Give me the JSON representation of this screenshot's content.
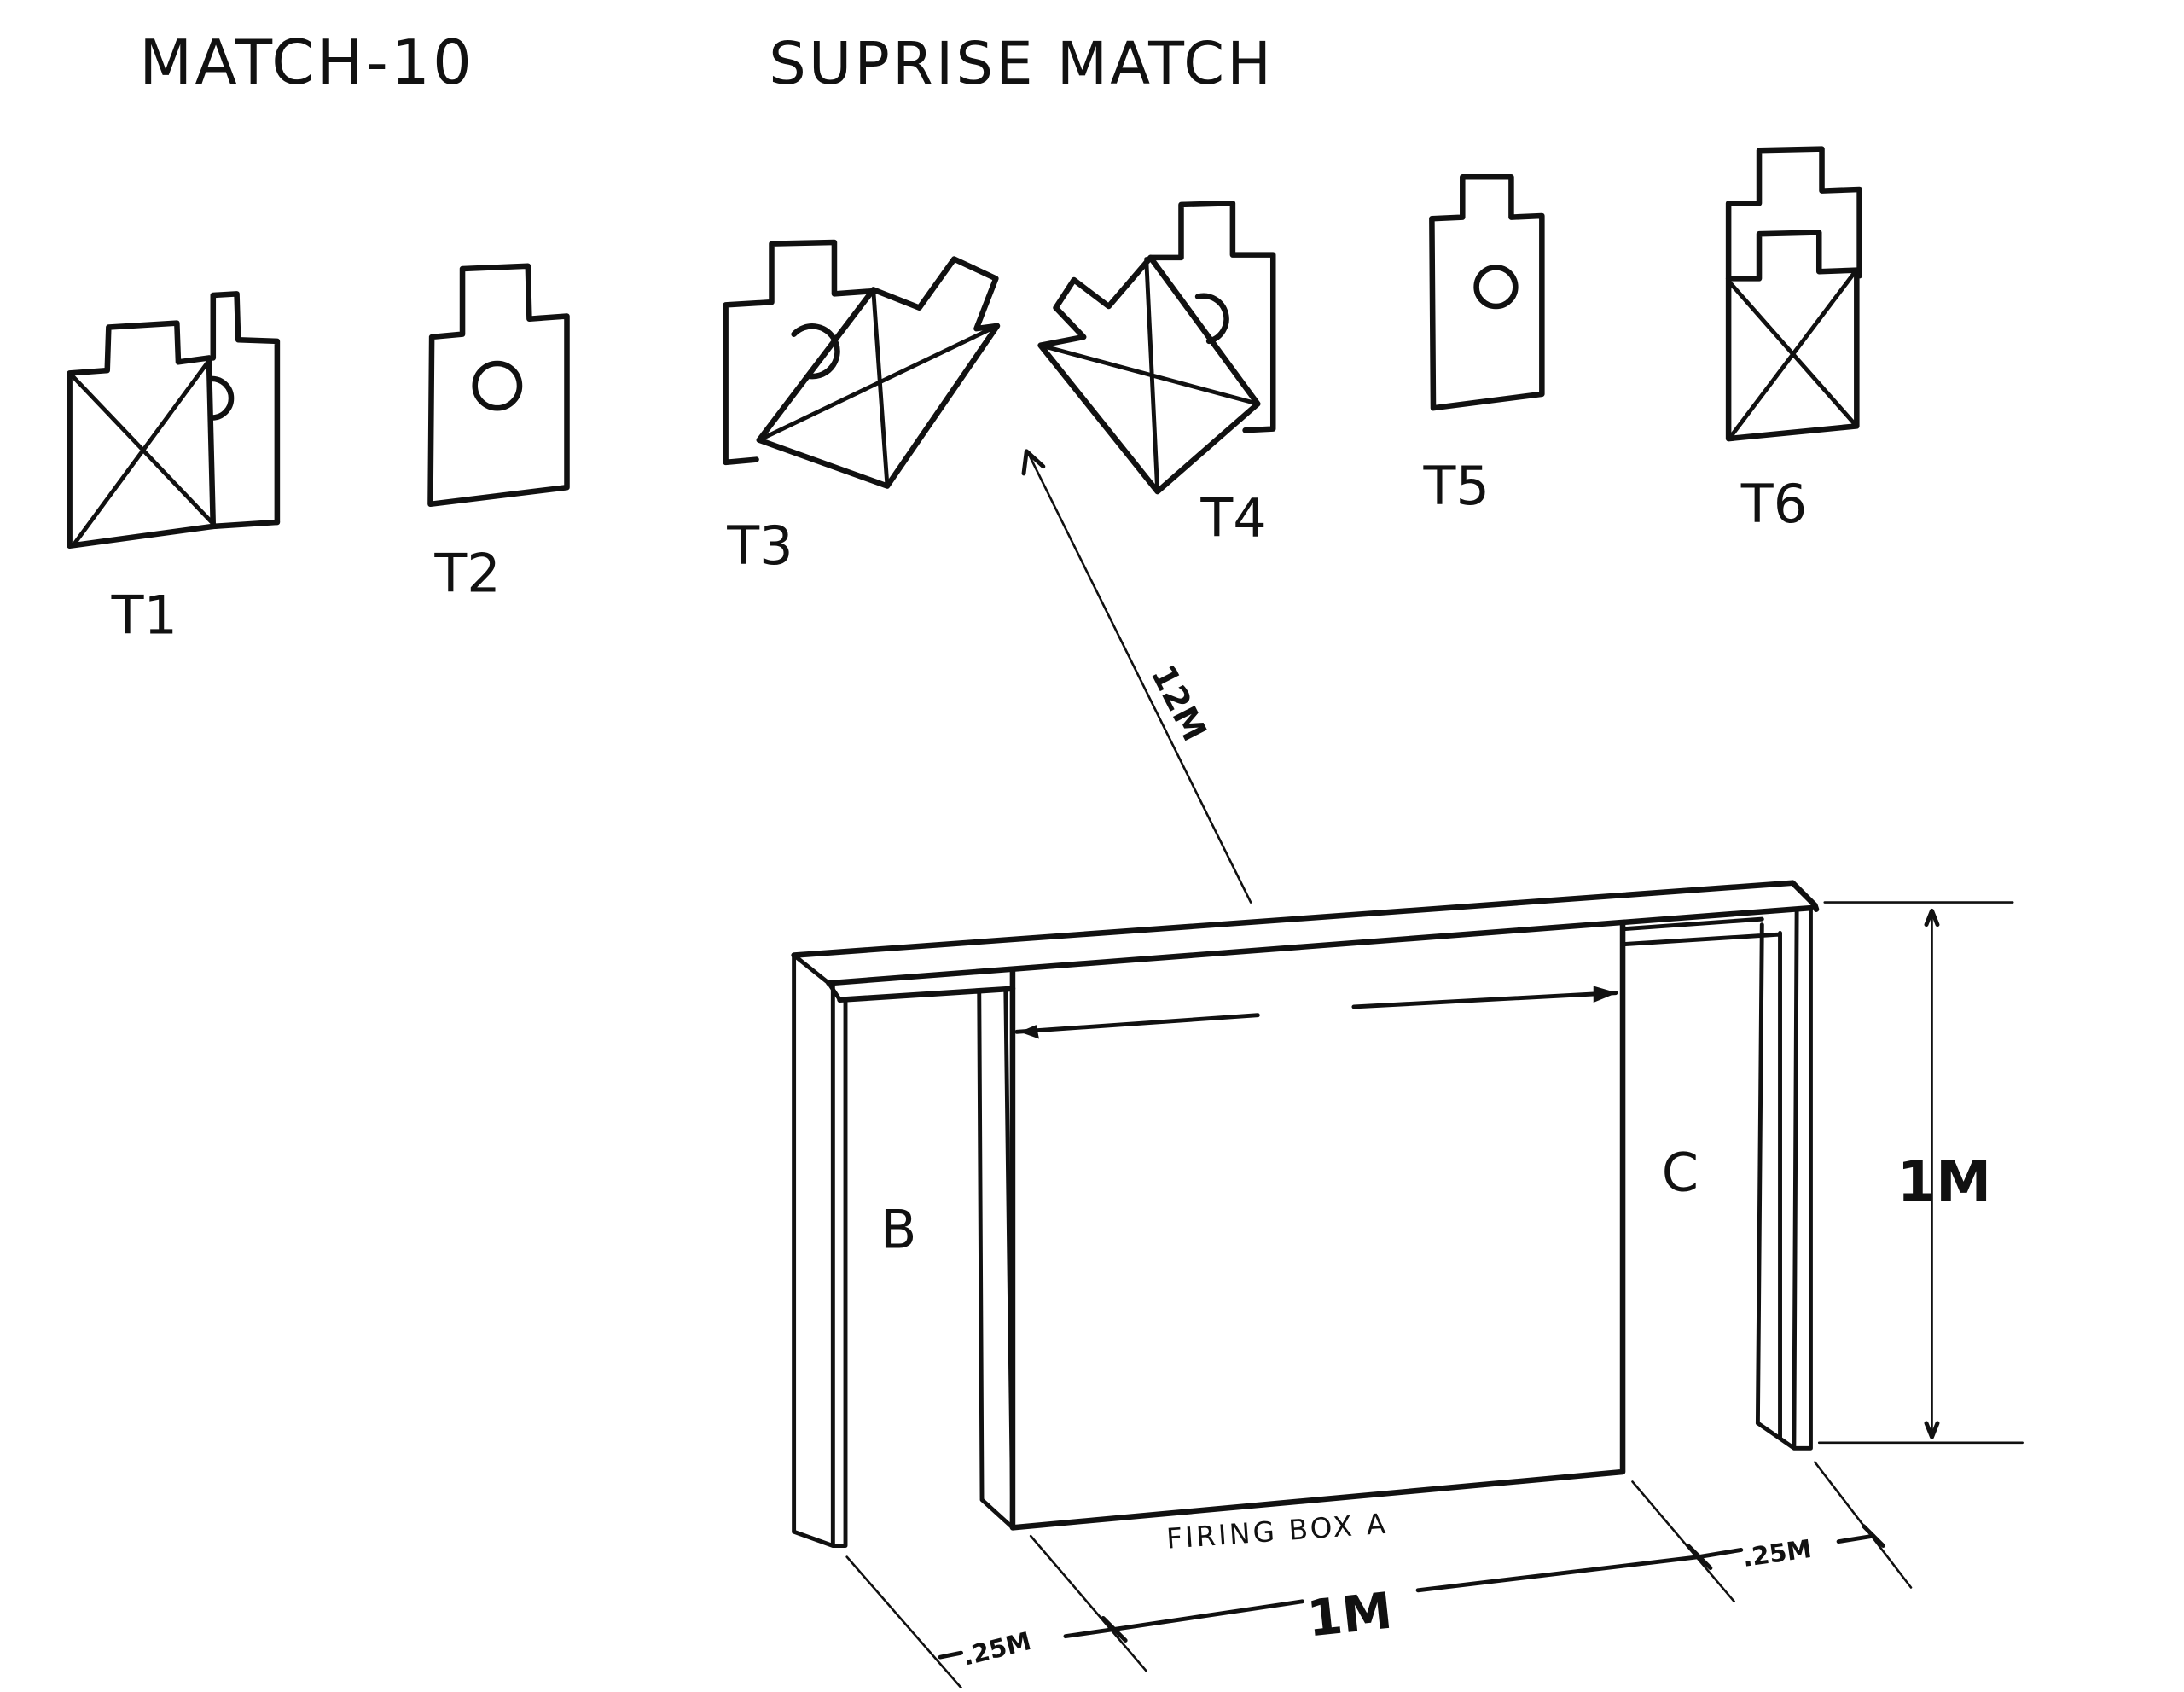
{
  "header": {
    "match_number": "MATCH-10",
    "match_name": "SUPRISE MATCH"
  },
  "targets": [
    {
      "label": "T1",
      "description": "no-shoot panel (X) partially covering a shoot target (head circle visible at edge)"
    },
    {
      "label": "T2",
      "description": "plain shoot target with head circle"
    },
    {
      "label": "T3",
      "description": "shoot target partially covered by a tilted no-shoot panel (X)"
    },
    {
      "label": "T4",
      "description": "shoot target partially covered by a tilted no-shoot panel (X)"
    },
    {
      "label": "T5",
      "description": "plain shoot target with head circle"
    },
    {
      "label": "T6",
      "description": "no-shoot target (X) in front of a shoot target"
    }
  ],
  "distance": {
    "label": "12M"
  },
  "firing_area": {
    "left_position": "B",
    "right_position": "C",
    "box_label": "FIRING BOX A",
    "height_label": "1M",
    "width_label": "1M",
    "left_gap_label": ".25M",
    "right_gap_label": ".25M"
  }
}
